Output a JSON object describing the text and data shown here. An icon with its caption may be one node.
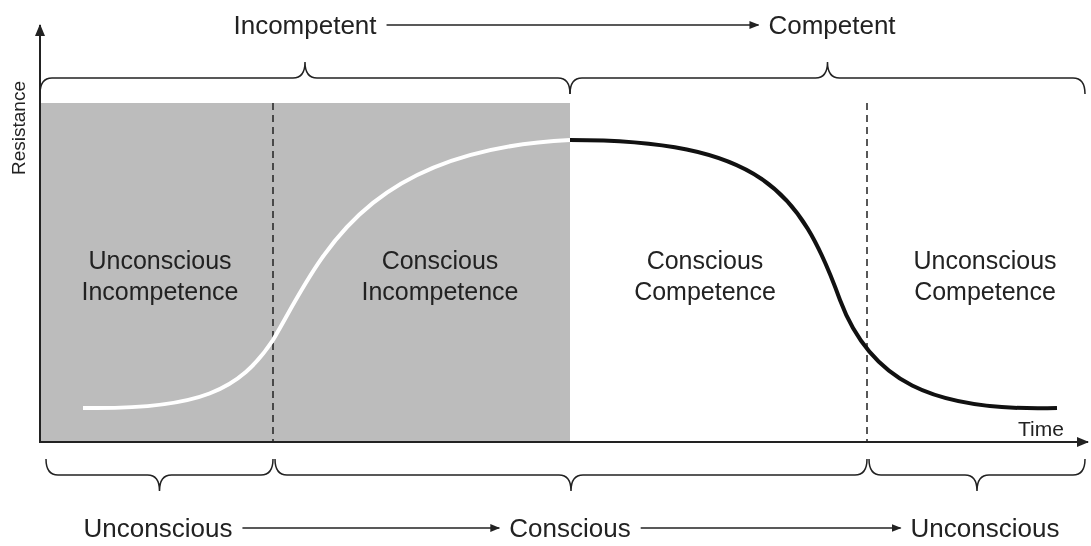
{
  "diagram": {
    "nodes": [
      {
        "text": [
          "Incompetent"
        ]
      },
      {
        "text": [
          "Competent"
        ]
      },
      {
        "text": [
          "Unconscious"
        ]
      },
      {
        "text": [
          "Conscious"
        ]
      },
      {
        "text": [
          "Unconscious"
        ]
      }
    ],
    "edges": [
      {
        "from": 0,
        "to": 1,
        "arrow": "to"
      },
      {
        "from": 2,
        "to": 3,
        "arrow": "to"
      },
      {
        "from": 3,
        "to": 4,
        "arrow": "to"
      }
    ],
    "labels": [
      "Resistance",
      "Unconscious Incompetence",
      "Conscious Incompetence",
      "Conscious Competence",
      "Unconscious Competence",
      "Time"
    ]
  }
}
